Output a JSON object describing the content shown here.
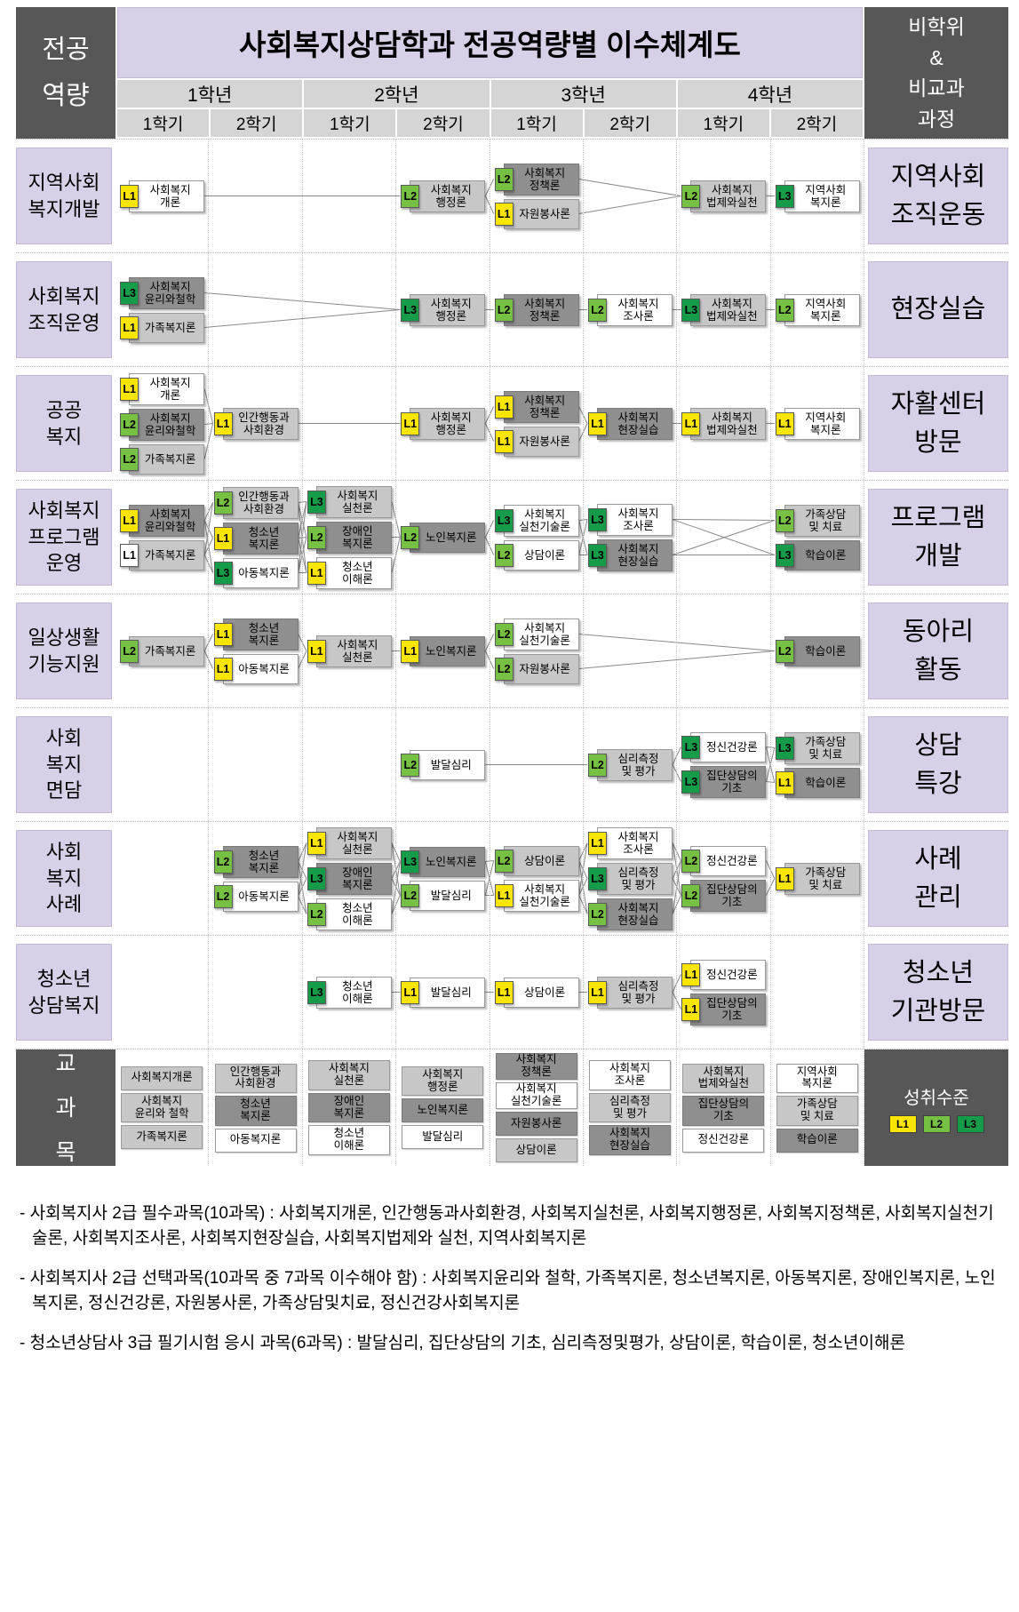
{
  "header": {
    "left_label": "전공\n역량",
    "title": "사회복지상담학과 전공역량별 이수체계도",
    "right_label": "비학위\n&\n비교과\n과정",
    "years": [
      "1학년",
      "2학년",
      "3학년",
      "4학년"
    ],
    "semesters": [
      "1학기",
      "2학기",
      "1학기",
      "2학기",
      "1학기",
      "2학기",
      "1학기",
      "2학기"
    ]
  },
  "colors": {
    "accent_purple": "#D7D0E7",
    "dark_header_gray": "#575757",
    "level1_yellow": "#FCE500",
    "level2_green": "#76C043",
    "level3_green": "#169C48",
    "box_light_gray": "#C7C7C7",
    "box_dark_gray": "#8F8F8F",
    "box_white": "#FFFFFF"
  },
  "rows": [
    {
      "competency": "지역사회\n복지개발",
      "right_label": "지역사회\n조직운동",
      "courses": [
        {
          "col": 0,
          "level": "L1",
          "name": "사회복지\n개론",
          "variant": "w"
        },
        {
          "col": 3,
          "level": "L2",
          "name": "사회복지\n행정론",
          "variant": "l"
        },
        {
          "col": 4,
          "level": "L2",
          "name": "사회복지\n정책론",
          "variant": "d"
        },
        {
          "col": 4,
          "level": "L1",
          "name": "자원봉사론",
          "variant": "l"
        },
        {
          "col": 6,
          "level": "L2",
          "name": "사회복지\n법제와실천",
          "variant": "l"
        },
        {
          "col": 7,
          "level": "L3",
          "name": "지역사회\n복지론",
          "variant": "w"
        }
      ]
    },
    {
      "competency": "사회복지\n조직운영",
      "right_label": "현장실습",
      "courses": [
        {
          "col": 0,
          "level": "L3",
          "name": "사회복지\n윤리와철학",
          "variant": "d"
        },
        {
          "col": 0,
          "level": "L1",
          "name": "가족복지론",
          "variant": "l"
        },
        {
          "col": 3,
          "level": "L3",
          "name": "사회복지\n행정론",
          "variant": "l"
        },
        {
          "col": 4,
          "level": "L2",
          "name": "사회복지\n정책론",
          "variant": "d"
        },
        {
          "col": 5,
          "level": "L2",
          "name": "사회복지\n조사론",
          "variant": "w"
        },
        {
          "col": 6,
          "level": "L3",
          "name": "사회복지\n법제와실천",
          "variant": "l"
        },
        {
          "col": 7,
          "level": "L2",
          "name": "지역사회\n복지론",
          "variant": "w"
        }
      ]
    },
    {
      "competency": "공공\n복지",
      "right_label": "자활센터\n방문",
      "courses": [
        {
          "col": 0,
          "level": "L1",
          "name": "사회복지\n개론",
          "variant": "w"
        },
        {
          "col": 0,
          "level": "L2",
          "name": "사회복지\n윤리와철학",
          "variant": "d"
        },
        {
          "col": 0,
          "level": "L2",
          "name": "가족복지론",
          "variant": "l"
        },
        {
          "col": 1,
          "level": "L1",
          "name": "인간행동과\n사회환경",
          "variant": "l"
        },
        {
          "col": 3,
          "level": "L1",
          "name": "사회복지\n행정론",
          "variant": "l"
        },
        {
          "col": 4,
          "level": "L1",
          "name": "사회복지\n정책론",
          "variant": "d"
        },
        {
          "col": 4,
          "level": "L1",
          "name": "자원봉사론",
          "variant": "l"
        },
        {
          "col": 5,
          "level": "L1",
          "name": "사회복지\n현장실습",
          "variant": "d"
        },
        {
          "col": 6,
          "level": "L1",
          "name": "사회복지\n법제와실천",
          "variant": "l"
        },
        {
          "col": 7,
          "level": "L1",
          "name": "지역사회\n복지론",
          "variant": "w"
        }
      ]
    },
    {
      "competency": "사회복지\n프로그램\n운영",
      "right_label": "프로그램\n개발",
      "courses": [
        {
          "col": 0,
          "level": "L1",
          "name": "사회복지\n윤리와철학",
          "variant": "d"
        },
        {
          "col": 0,
          "level": "L1",
          "name": "가족복지론",
          "variant": "l",
          "badge_white": true
        },
        {
          "col": 1,
          "level": "L2",
          "name": "인간행동과\n사회환경",
          "variant": "l"
        },
        {
          "col": 1,
          "level": "L1",
          "name": "청소년\n복지론",
          "variant": "d"
        },
        {
          "col": 1,
          "level": "L3",
          "name": "아동복지론",
          "variant": "w"
        },
        {
          "col": 2,
          "level": "L3",
          "name": "사회복지\n실천론",
          "variant": "l"
        },
        {
          "col": 2,
          "level": "L2",
          "name": "장애인\n복지론",
          "variant": "d"
        },
        {
          "col": 2,
          "level": "L1",
          "name": "청소년\n이해론",
          "variant": "w"
        },
        {
          "col": 3,
          "level": "L2",
          "name": "노인복지론",
          "variant": "d"
        },
        {
          "col": 4,
          "level": "L3",
          "name": "사회복지\n실천기술론",
          "variant": "w"
        },
        {
          "col": 4,
          "level": "L2",
          "name": "상담이론",
          "variant": "w"
        },
        {
          "col": 5,
          "level": "L3",
          "name": "사회복지\n조사론",
          "variant": "w"
        },
        {
          "col": 5,
          "level": "L3",
          "name": "사회복지\n현장실습",
          "variant": "d"
        },
        {
          "col": 7,
          "level": "L2",
          "name": "가족상담\n및 치료",
          "variant": "l"
        },
        {
          "col": 7,
          "level": "L3",
          "name": "학습이론",
          "variant": "d"
        }
      ]
    },
    {
      "competency": "일상생활\n기능지원",
      "right_label": "동아리\n활동",
      "courses": [
        {
          "col": 0,
          "level": "L2",
          "name": "가족복지론",
          "variant": "l"
        },
        {
          "col": 1,
          "level": "L1",
          "name": "청소년\n복지론",
          "variant": "d"
        },
        {
          "col": 1,
          "level": "L1",
          "name": "아동복지론",
          "variant": "w"
        },
        {
          "col": 2,
          "level": "L1",
          "name": "사회복지\n실천론",
          "variant": "l"
        },
        {
          "col": 3,
          "level": "L1",
          "name": "노인복지론",
          "variant": "d"
        },
        {
          "col": 4,
          "level": "L2",
          "name": "사회복지\n실천기술론",
          "variant": "w"
        },
        {
          "col": 4,
          "level": "L2",
          "name": "자원봉사론",
          "variant": "l"
        },
        {
          "col": 7,
          "level": "L2",
          "name": "학습이론",
          "variant": "d"
        }
      ]
    },
    {
      "competency": "사회\n복지\n면담",
      "right_label": "상담\n특강",
      "courses": [
        {
          "col": 3,
          "level": "L2",
          "name": "발달심리",
          "variant": "w"
        },
        {
          "col": 5,
          "level": "L2",
          "name": "심리측정\n및 평가",
          "variant": "l"
        },
        {
          "col": 6,
          "level": "L3",
          "name": "정신건강론",
          "variant": "w"
        },
        {
          "col": 6,
          "level": "L3",
          "name": "집단상담의\n기초",
          "variant": "d"
        },
        {
          "col": 7,
          "level": "L3",
          "name": "가족상담\n및 치료",
          "variant": "l"
        },
        {
          "col": 7,
          "level": "L1",
          "name": "학습이론",
          "variant": "d"
        }
      ]
    },
    {
      "competency": "사회\n복지\n사례",
      "right_label": "사례\n관리",
      "courses": [
        {
          "col": 1,
          "level": "L2",
          "name": "청소년\n복지론",
          "variant": "d"
        },
        {
          "col": 1,
          "level": "L2",
          "name": "아동복지론",
          "variant": "w"
        },
        {
          "col": 2,
          "level": "L1",
          "name": "사회복지\n실천론",
          "variant": "l"
        },
        {
          "col": 2,
          "level": "L3",
          "name": "장애인\n복지론",
          "variant": "d"
        },
        {
          "col": 2,
          "level": "L2",
          "name": "청소년\n이해론",
          "variant": "w"
        },
        {
          "col": 3,
          "level": "L3",
          "name": "노인복지론",
          "variant": "d"
        },
        {
          "col": 3,
          "level": "L2",
          "name": "발달심리",
          "variant": "w"
        },
        {
          "col": 4,
          "level": "L2",
          "name": "상담이론",
          "variant": "l"
        },
        {
          "col": 4,
          "level": "L1",
          "name": "사회복지\n실천기술론",
          "variant": "w"
        },
        {
          "col": 5,
          "level": "L1",
          "name": "사회복지\n조사론",
          "variant": "w"
        },
        {
          "col": 5,
          "level": "L3",
          "name": "심리측정\n및 평가",
          "variant": "l"
        },
        {
          "col": 5,
          "level": "L2",
          "name": "사회복지\n현장실습",
          "variant": "d"
        },
        {
          "col": 6,
          "level": "L2",
          "name": "정신건강론",
          "variant": "w"
        },
        {
          "col": 6,
          "level": "L2",
          "name": "집단상담의\n기초",
          "variant": "d"
        },
        {
          "col": 7,
          "level": "L1",
          "name": "가족상담\n및 치료",
          "variant": "l"
        }
      ]
    },
    {
      "competency": "청소년\n상담복지",
      "right_label": "청소년\n기관방문",
      "courses": [
        {
          "col": 2,
          "level": "L3",
          "name": "청소년\n이해론",
          "variant": "w"
        },
        {
          "col": 3,
          "level": "L1",
          "name": "발달심리",
          "variant": "w"
        },
        {
          "col": 4,
          "level": "L1",
          "name": "상담이론",
          "variant": "w"
        },
        {
          "col": 5,
          "level": "L1",
          "name": "심리측정\n및 평가",
          "variant": "l"
        },
        {
          "col": 6,
          "level": "L1",
          "name": "정신건강론",
          "variant": "w"
        },
        {
          "col": 6,
          "level": "L1",
          "name": "집단상담의\n기초",
          "variant": "d"
        }
      ]
    }
  ],
  "legend_row": {
    "label": "교\n과\n목",
    "columns": [
      [
        {
          "name": "사회복지개론",
          "variant": "l"
        },
        {
          "name": "사회복지\n윤리와 철학",
          "variant": "l"
        },
        {
          "name": "가족복지론",
          "variant": "l"
        }
      ],
      [
        {
          "name": "인간행동과\n사회환경",
          "variant": "l"
        },
        {
          "name": "청소년\n복지론",
          "variant": "d"
        },
        {
          "name": "아동복지론",
          "variant": "w"
        }
      ],
      [
        {
          "name": "사회복지\n실천론",
          "variant": "l"
        },
        {
          "name": "장애인\n복지론",
          "variant": "d"
        },
        {
          "name": "청소년\n이해론",
          "variant": "w"
        }
      ],
      [
        {
          "name": "사회복지\n행정론",
          "variant": "l"
        },
        {
          "name": "노인복지론",
          "variant": "d"
        },
        {
          "name": "발달심리",
          "variant": "w"
        }
      ],
      [
        {
          "name": "사회복지\n정책론",
          "variant": "d"
        },
        {
          "name": "사회복지\n실천기술론",
          "variant": "w"
        },
        {
          "name": "자원봉사론",
          "variant": "d"
        },
        {
          "name": "상담이론",
          "variant": "l"
        }
      ],
      [
        {
          "name": "사회복지\n조사론",
          "variant": "w"
        },
        {
          "name": "심리측정\n및 평가",
          "variant": "l"
        },
        {
          "name": "사회복지\n현장실습",
          "variant": "d"
        }
      ],
      [
        {
          "name": "사회복지\n법제와실천",
          "variant": "l"
        },
        {
          "name": "집단상담의\n기초",
          "variant": "d"
        },
        {
          "name": "정신건강론",
          "variant": "w"
        }
      ],
      [
        {
          "name": "지역사회\n복지론",
          "variant": "w"
        },
        {
          "name": "가족상담\n및 치료",
          "variant": "l"
        },
        {
          "name": "학습이론",
          "variant": "d"
        }
      ]
    ],
    "achievement": {
      "title": "성취수준",
      "levels": [
        {
          "label": "L1",
          "color": "#FCE500"
        },
        {
          "label": "L2",
          "color": "#76C043"
        },
        {
          "label": "L3",
          "color": "#169C48"
        }
      ]
    }
  },
  "footnotes": [
    "- 사회복지사 2급 필수과목(10과목) : 사회복지개론, 인간행동과사회환경, 사회복지실천론, 사회복지행정론, 사회복지정책론, 사회복지실천기술론, 사회복지조사론, 사회복지현장실습, 사회복지법제와 실천, 지역사회복지론",
    "- 사회복지사 2급 선택과목(10과목 중 7과목 이수해야 함) : 사회복지윤리와 철학, 가족복지론, 청소년복지론, 아동복지론, 장애인복지론, 노인복지론, 정신건강론, 자원봉사론, 가족상담및치료, 정신건강사회복지론",
    "- 청소년상담사 3급 필기시험 응시 과목(6과목) : 발달심리, 집단상담의 기초, 심리측정및평가, 상담이론, 학습이론, 청소년이해론"
  ]
}
